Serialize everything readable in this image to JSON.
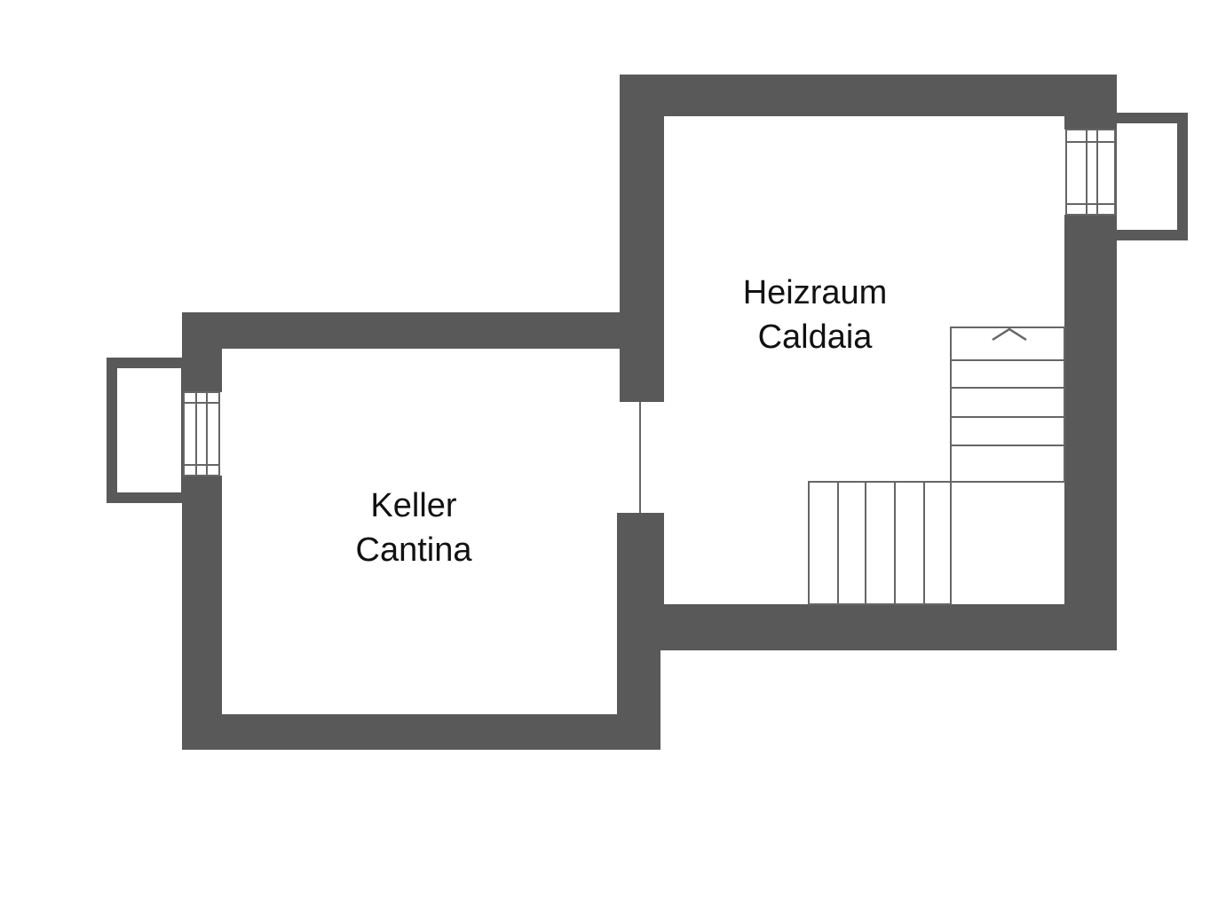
{
  "colors": {
    "background": "#ffffff",
    "wall": "#595959",
    "line": "#666666",
    "text": "#111111"
  },
  "rooms": {
    "keller": {
      "name_de": "Keller",
      "name_it": "Cantina"
    },
    "heizraum": {
      "name_de": "Heizraum",
      "name_it": "Caldaia"
    }
  },
  "stairs": {
    "direction": "up"
  }
}
